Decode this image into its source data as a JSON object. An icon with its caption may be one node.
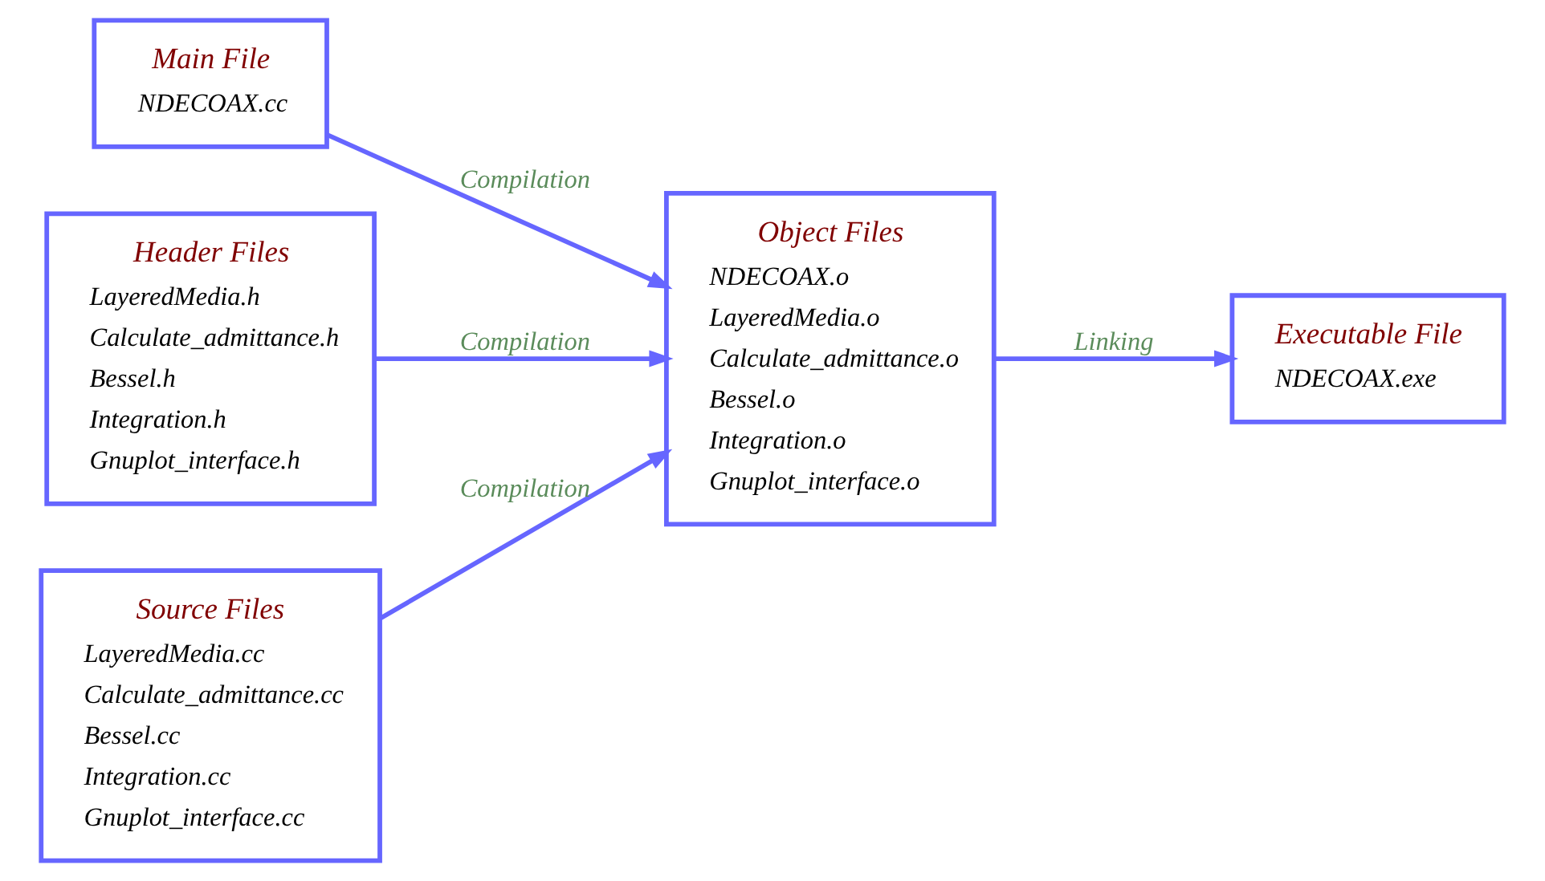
{
  "diagram": {
    "nodes": [
      {
        "text": [
          "Main File",
          "NDECOAX.cc"
        ]
      },
      {
        "text": [
          "Header Files",
          "LayeredMedia.h",
          "Calculate_admittance.h",
          "Bessel.h",
          "Integration.h",
          "Gnuplot_interface.h"
        ]
      },
      {
        "text": [
          "Object Files",
          "NDECOAX.o",
          "LayeredMedia.o",
          "Calculate_admittance.o",
          "Bessel.o",
          "Integration.o",
          "Gnuplot_interface.o"
        ]
      },
      {
        "text": [
          "Source Files",
          "LayeredMedia.cc",
          "Calculate_admittance.cc",
          "Bessel.cc",
          "Integration.cc",
          "Gnuplot_interface.cc"
        ]
      },
      {
        "text": [
          "Executable File",
          "NDECOAX.exe"
        ]
      }
    ],
    "edges": [
      {
        "from": 0,
        "to": 2,
        "arrow": "to",
        "label": "Compilation"
      },
      {
        "from": 1,
        "to": 2,
        "arrow": "to",
        "label": "Compilation"
      },
      {
        "from": 3,
        "to": 2,
        "arrow": "to",
        "label": "Compilation"
      },
      {
        "from": 2,
        "to": 4,
        "arrow": "to",
        "label": "Linking"
      }
    ]
  }
}
